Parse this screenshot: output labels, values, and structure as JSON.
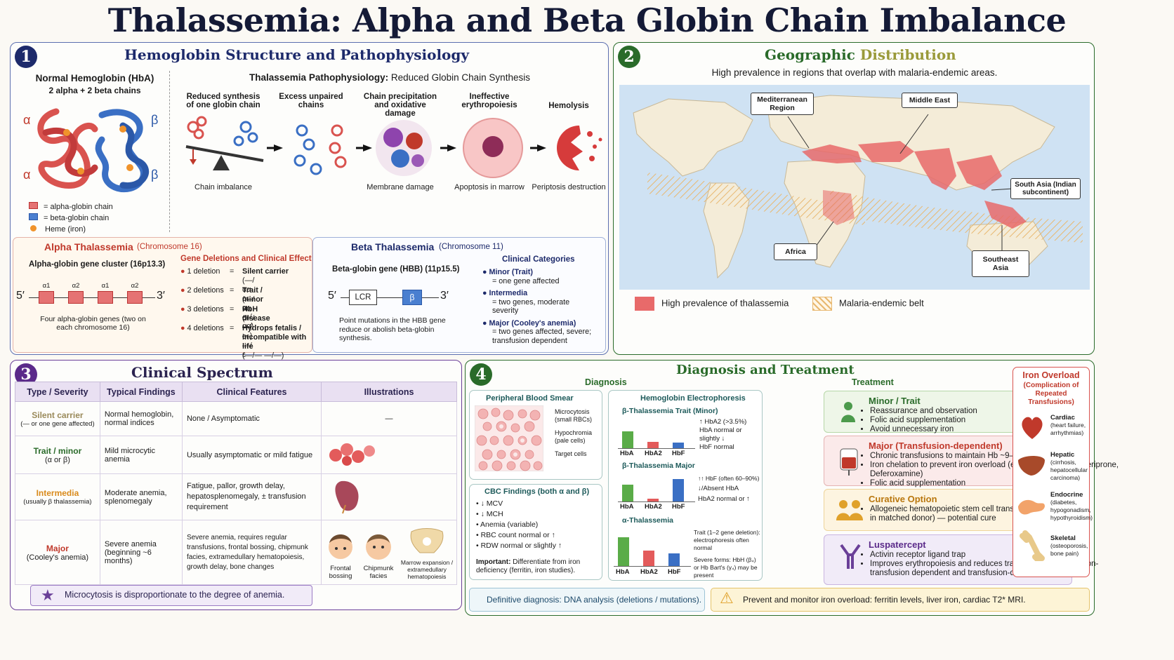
{
  "title": "Thalassemia: Alpha and Beta Globin Chain Imbalance",
  "colors": {
    "navy": "#1d2a6b",
    "green": "#2a6b2a",
    "purple": "#5b2a8a",
    "red": "#c0392b",
    "alpha": "#d9534f",
    "beta": "#3a6fc4"
  },
  "p1": {
    "num": "1",
    "title": "Hemoglobin Structure and Pathophysiology",
    "hba_title": "Normal Hemoglobin (HbA)",
    "hba_sub": "2 alpha + 2 beta chains",
    "alpha_sym": "α",
    "beta_sym": "β",
    "legend": [
      "= alpha-globin chain",
      "= beta-globin chain",
      "Heme (iron)"
    ],
    "patho_title_b": "Thalassemia Pathophysiology:",
    "patho_title_r": "Reduced Globin Chain Synthesis",
    "steps": [
      {
        "title": "Reduced synthesis of one globin chain",
        "caption": "Chain imbalance"
      },
      {
        "title": "Excess unpaired chains",
        "caption": ""
      },
      {
        "title": "Chain precipitation and oxidative damage",
        "caption": "Membrane damage"
      },
      {
        "title": "Ineffective erythropoiesis",
        "caption": "Apoptosis in marrow"
      },
      {
        "title": "Hemolysis",
        "caption": "Periptosis destruction"
      }
    ]
  },
  "alpha": {
    "title": "Alpha Thalassemia",
    "chrom": "(Chromosome 16)",
    "cluster": "Alpha-globin gene cluster (16p13.3)",
    "genes": [
      "α1",
      "α2",
      "α1",
      "α2"
    ],
    "five": "5′",
    "three": "3′",
    "note": "Four alpha-globin genes (two on each chromosome 16)",
    "del_title": "Gene Deletions and Clinical Effect",
    "deletions": [
      {
        "n": "1 deletion",
        "effect": "Silent carrier",
        "geno": "(—/αα or α—/αα)"
      },
      {
        "n": "2 deletions",
        "effect": "Trait / minor",
        "geno": "(—/αα or —/—)"
      },
      {
        "n": "3 deletions",
        "effect": "HbH disease",
        "geno": "(—/— or —/ε—)"
      },
      {
        "n": "4 deletions",
        "effect": "Hydrops fetalis / incompatible with life",
        "geno": "(—/— —/—)"
      }
    ],
    "eq": "="
  },
  "beta": {
    "title": "Beta Thalassemia",
    "chrom": "(Chromosome 11)",
    "gene": "Beta-globin gene (HBB) (11p15.5)",
    "lcr": "LCR",
    "b": "β",
    "five": "5′",
    "three": "3′",
    "note": "Point mutations in the HBB gene reduce or abolish beta-globin synthesis.",
    "cat_title": "Clinical Categories",
    "cats": [
      {
        "name": "Minor (Trait)",
        "desc": "= one gene affected"
      },
      {
        "name": "Intermedia",
        "desc": "= two genes, moderate severity"
      },
      {
        "name": "Major (Cooley's anemia)",
        "desc": "= two genes affected, severe; transfusion dependent"
      }
    ]
  },
  "p2": {
    "num": "2",
    "title_a": "Geographic",
    "title_b": "Distribution",
    "subtitle": "High prevalence in regions that overlap with malaria-endemic areas.",
    "labels": [
      "Mediterranean Region",
      "Middle East",
      "South Asia (Indian subcontinent)",
      "Africa",
      "Southeast Asia"
    ],
    "legend": [
      "High prevalence of thalassemia",
      "Malaria-endemic belt"
    ]
  },
  "p3": {
    "num": "3",
    "title": "Clinical Spectrum",
    "headers": [
      "Type / Severity",
      "Typical Findings",
      "Clinical Features",
      "Illustrations"
    ],
    "rows": [
      {
        "type": "Silent carrier",
        "sub": "(— or one gene affected)",
        "findings": "Normal hemoglobin, normal indices",
        "features": "None / Asymptomatic",
        "illus": "—"
      },
      {
        "type": "Trait / minor",
        "sub": "(α or β)",
        "findings": "Mild microcytic anemia",
        "features": "Usually asymptomatic or mild fatigue",
        "illus": ""
      },
      {
        "type": "Intermedia",
        "sub": "(usually β thalassemia)",
        "findings": "Moderate anemia, splenomegaly",
        "features": "Fatigue, pallor, growth delay, hepatosplenomegaly, ± transfusion requirement",
        "illus": ""
      },
      {
        "type": "Major",
        "sub": "(Cooley's anemia)",
        "findings": "Severe anemia (beginning ~6 months)",
        "features": "Severe anemia, requires regular transfusions, frontal bossing, chipmunk facies, extramedullary hematopoiesis, growth delay, bone changes",
        "illus": ""
      }
    ],
    "illus_labels": [
      "Frontal bossing",
      "Chipmunk facies",
      "Marrow expansion / extramedullary hematopoiesis"
    ],
    "note": "Microcytosis is disproportionate to the degree of anemia."
  },
  "p4": {
    "num": "4",
    "title": "Diagnosis and Treatment",
    "diag_label": "Diagnosis",
    "treat_label": "Treatment",
    "smear_title": "Peripheral Blood Smear",
    "smear_labels": [
      "Microcytosis (small RBCs)",
      "Hypochromia (pale cells)",
      "Target cells"
    ],
    "cbc_title": "CBC Findings (both α and β)",
    "cbc": [
      "↓ MCV",
      "↓ MCH",
      "Anemia (variable)",
      "RBC count normal or ↑",
      "RDW normal or slightly ↑"
    ],
    "cbc_imp_b": "Important:",
    "cbc_imp": "Differentiate from iron deficiency (ferritin, iron studies).",
    "elec_title": "Hemoglobin Electrophoresis",
    "bar_labels": [
      "HbA",
      "HbA2",
      "HbF"
    ],
    "elec": [
      {
        "title": "β-Thalassemia Trait (Minor)",
        "values": [
          0.55,
          0.22,
          0.18
        ],
        "notes": [
          "↑ HbA2 (>3.5%)",
          "HbA normal or slightly ↓",
          "HbF normal"
        ]
      },
      {
        "title": "β-Thalassemia Major",
        "values": [
          0.55,
          0.1,
          0.75
        ],
        "notes": [
          "↑↑ HbF (often 60–90%)",
          "↓/Absent HbA",
          "HbA2 normal or ↑"
        ]
      },
      {
        "title": "α-Thalassemia",
        "values": [
          0.75,
          0.4,
          0.32
        ],
        "notes": [
          "Trait (1–2 gene deletion): electrophoresis often normal",
          "Severe forms: HbH (β₄) or Hb Bart's (γ₄) may be present"
        ]
      }
    ],
    "treat": [
      {
        "title": "Minor / Trait",
        "items": [
          "Reassurance and observation",
          "Folic acid supplementation",
          "Avoid unnecessary iron"
        ]
      },
      {
        "title": "Major (Transfusion-dependent)",
        "items": [
          "Chronic transfusions to maintain Hb ~9–10 g/dL",
          "Iron chelation to prevent iron overload (e.g., Deferasirox, Deferiprone, Deferoxamine)",
          "Folic acid supplementation"
        ]
      },
      {
        "title": "Curative Option",
        "items": [
          "Allogeneic hematopoietic stem cell transplant (best in matched donor) — potential cure"
        ]
      },
      {
        "title": "Luspatercept",
        "items": [
          "Activin receptor ligand trap",
          "Improves erythropoiesis and reduces transfusion burden in non-transfusion dependent and transfusion-dependent patients"
        ]
      }
    ],
    "iron_title": "Iron Overload",
    "iron_sub": "(Complication of Repeated Transfusions)",
    "iron": [
      {
        "organ": "Cardiac",
        "detail": "(heart failure, arrhythmias)"
      },
      {
        "organ": "Hepatic",
        "detail": "(cirrhosis, hepatocellular carcinoma)"
      },
      {
        "organ": "Endocrine",
        "detail": "(diabetes, hypogonadism, hypothyroidism)"
      },
      {
        "organ": "Skeletal",
        "detail": "(osteoporosis, bone pain)"
      }
    ],
    "definitive": "Definitive diagnosis: DNA analysis (deletions / mutations).",
    "monitor": "Prevent and monitor iron overload: ferritin levels, liver iron, cardiac T2* MRI."
  }
}
